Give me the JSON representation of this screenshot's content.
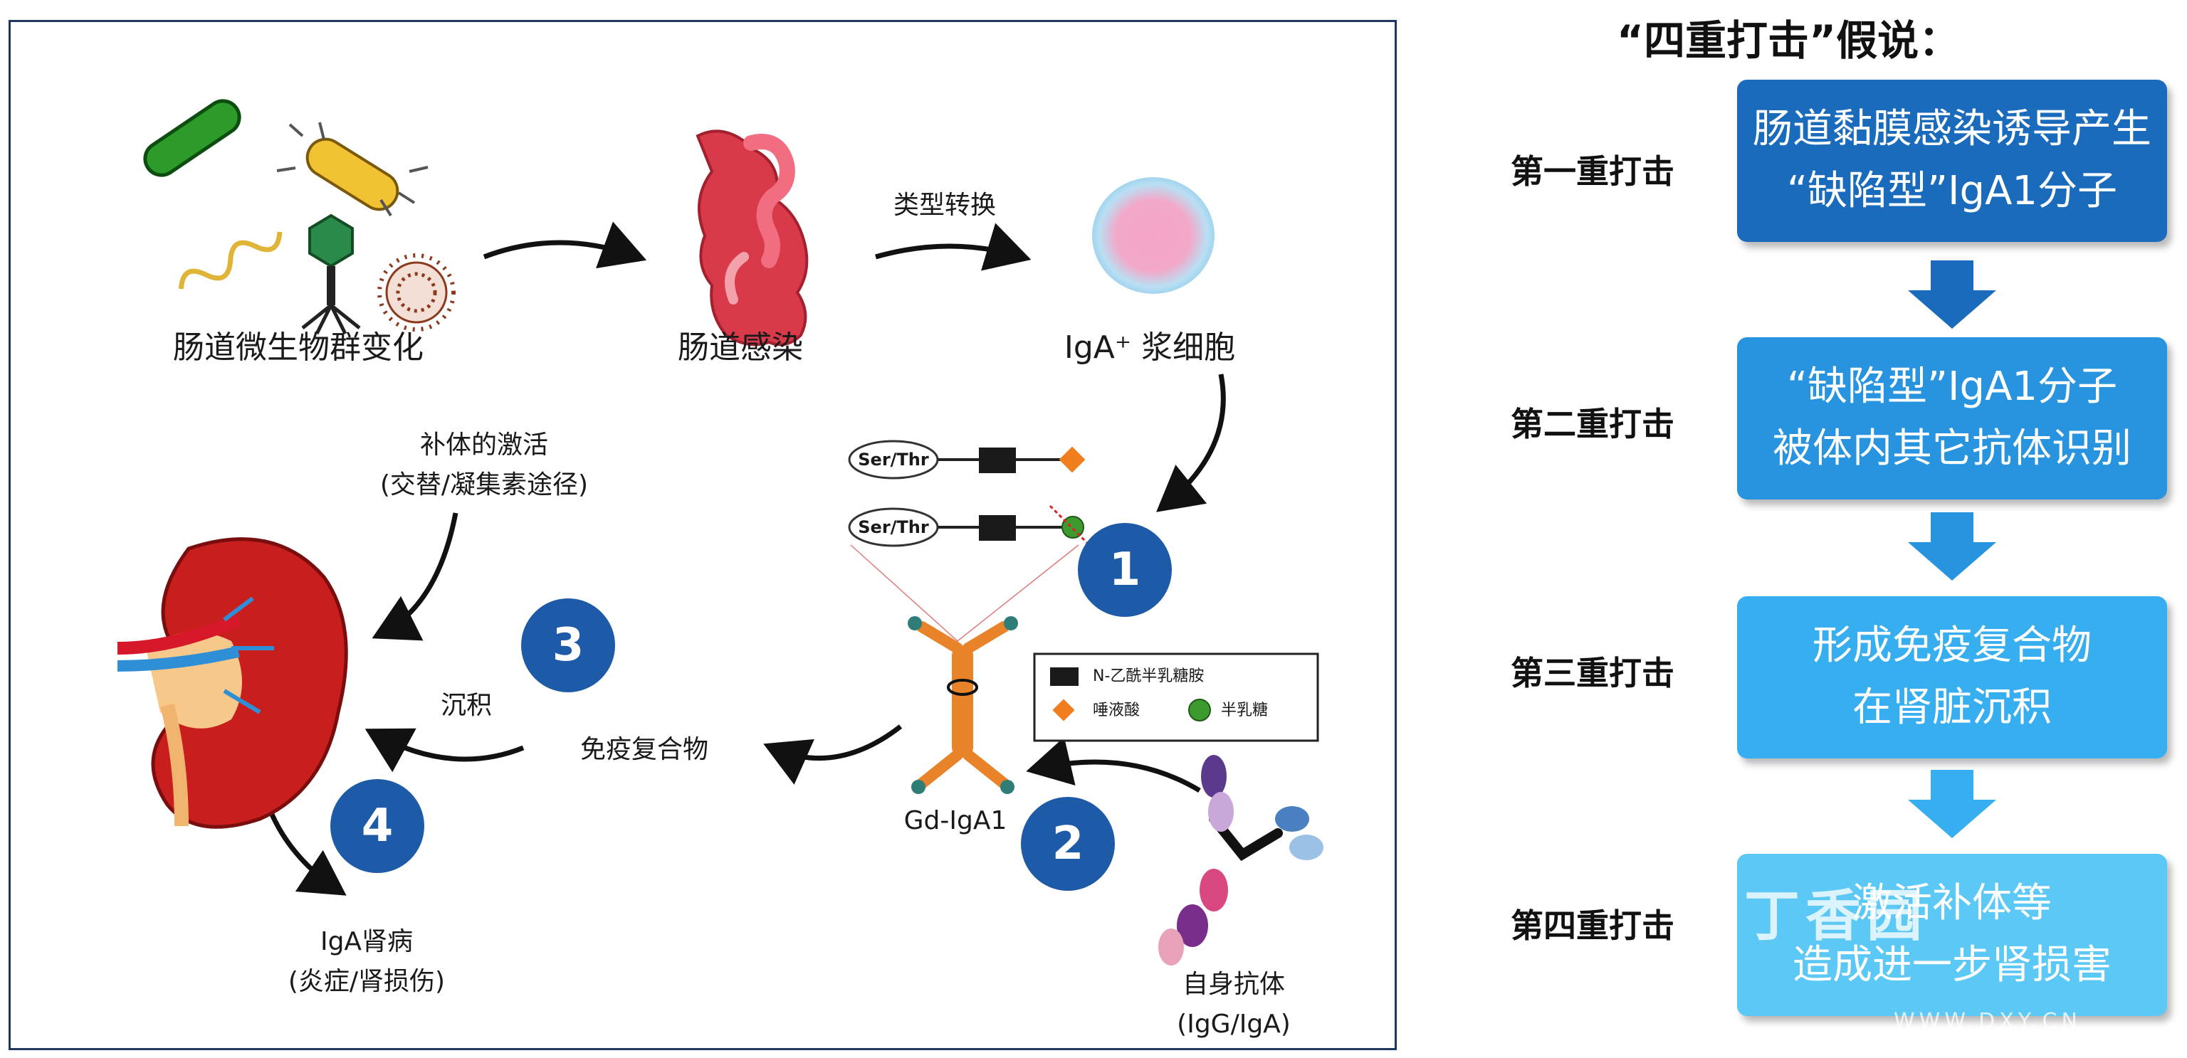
{
  "diagram": {
    "nodes": {
      "microbiome": "肠道微生物群变化",
      "infection": "肠道感染",
      "class_switch": "类型转换",
      "plasma_cell": "IgA⁺ 浆细胞",
      "complement_line1": "补体的激活",
      "complement_line2": "(交替/凝集素途径)",
      "deposition": "沉积",
      "immune_complex": "免疫复合物",
      "gd_iga1": "Gd-IgA1",
      "nephropathy_line1": "IgA肾病",
      "nephropathy_line2": "(炎症/肾损伤)",
      "autoantibody_line1": "自身抗体",
      "autoantibody_line2": "(IgG/IgA)"
    },
    "glycan_labels": [
      "Ser/Thr",
      "Ser/Thr"
    ],
    "legend": [
      {
        "label": "N-乙酰半乳糖胺",
        "color": "#1a1a1a",
        "shape": "square"
      },
      {
        "label": "唾液酸",
        "color": "#f07d1e",
        "shape": "diamond"
      },
      {
        "label": "半乳糖",
        "color": "#3d9a2e",
        "shape": "circle"
      }
    ],
    "badges": [
      "1",
      "2",
      "3",
      "4"
    ]
  },
  "flow": {
    "title": "“四重打击”假说：",
    "steps": [
      {
        "label": "第一重打击",
        "line1": "肠道黏膜感染诱导产生",
        "line2": "“缺陷型”IgA1分子",
        "color": "#1b6bbd"
      },
      {
        "label": "第二重打击",
        "line1": "“缺陷型”IgA1分子",
        "line2": "被体内其它抗体识别",
        "color": "#2894e0"
      },
      {
        "label": "第三重打击",
        "line1": "形成免疫复合物",
        "line2": "在肾脏沉积",
        "color": "#37aef0"
      },
      {
        "label": "第四重打击",
        "line1": "激活补体等",
        "line2": "造成进一步肾损害",
        "color": "#5cc8f5"
      }
    ],
    "arrow_colors": [
      "#1b6bbd",
      "#2894e0",
      "#37aef0"
    ]
  },
  "watermark": {
    "logo": "丁香园",
    "site": "WWW.DXY.CN"
  }
}
